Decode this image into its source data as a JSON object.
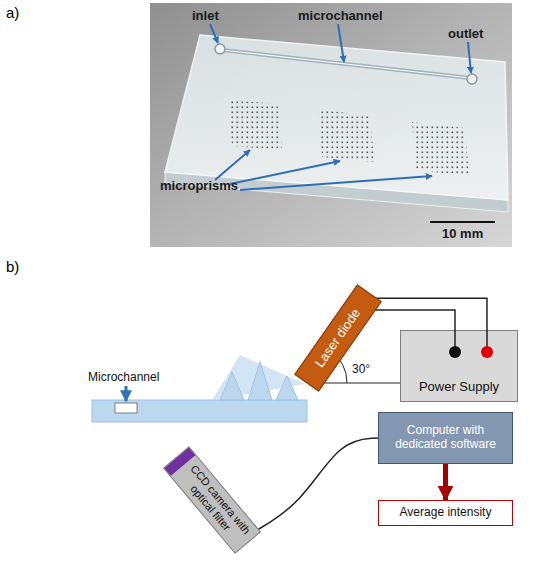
{
  "diagram": {
    "nodes": [
      {
        "text": [
          "Laser diode"
        ]
      },
      {
        "text": [
          "Power Supply"
        ]
      },
      {
        "text": [
          "Computer with dedicated software"
        ]
      },
      {
        "text": [
          "Average intensity"
        ]
      },
      {
        "text": [
          "CCD camera with optical filter"
        ]
      }
    ],
    "edges": [
      {
        "from": 0,
        "to": 1,
        "arrow": "none"
      },
      {
        "from": 0,
        "to": 1,
        "arrow": "none"
      },
      {
        "from": 4,
        "to": 2,
        "arrow": "none"
      },
      {
        "from": 2,
        "to": 3,
        "arrow": "to"
      }
    ],
    "labels": [
      "a)",
      "inlet",
      "microchannel",
      "outlet",
      "microprisms",
      "10 mm",
      "b)",
      "Microchannel",
      "30°"
    ]
  }
}
